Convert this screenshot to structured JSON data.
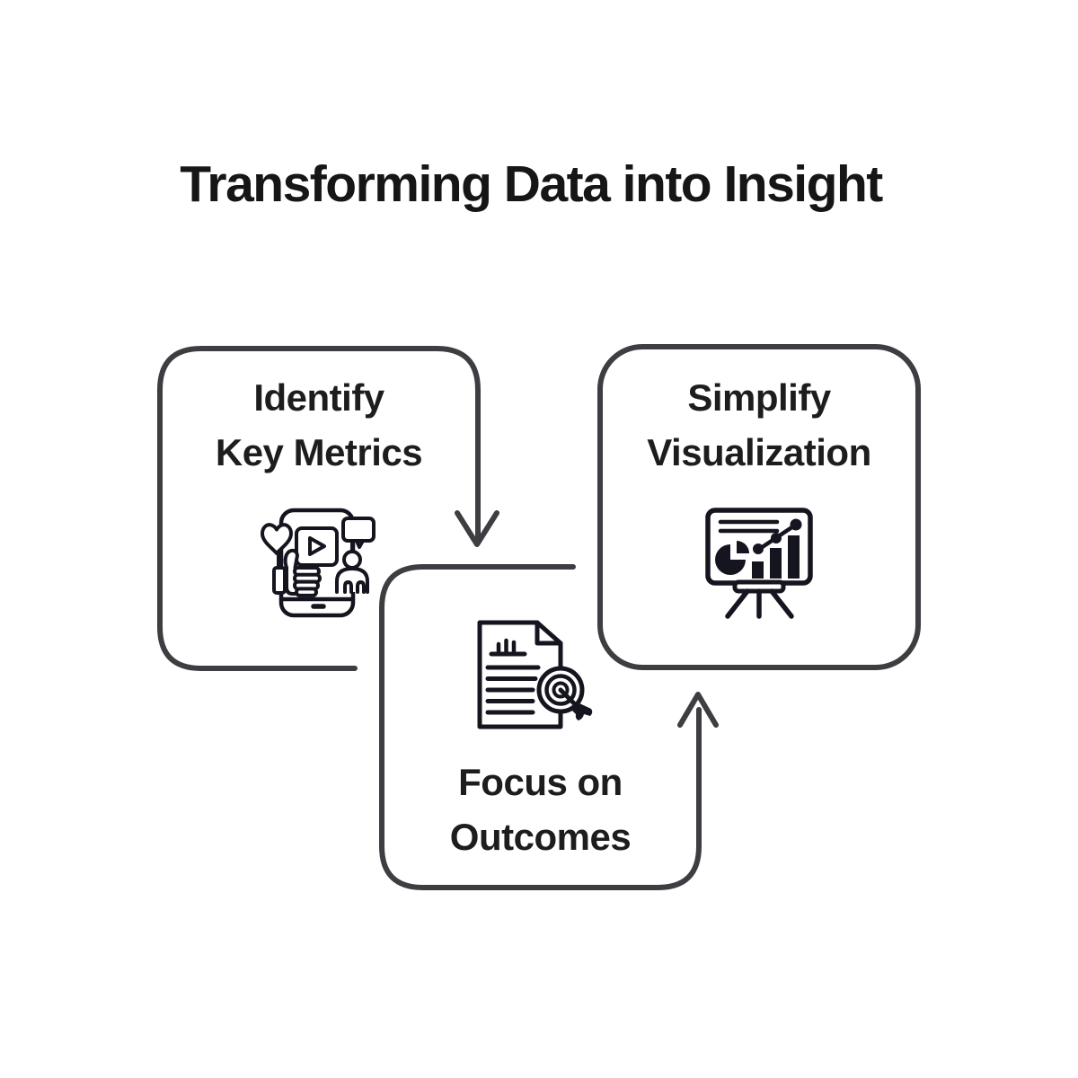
{
  "title": "Transforming Data into Insight",
  "colors": {
    "background": "#ffffff",
    "connector": "#3d3d42",
    "icon": "#15151f",
    "title_text": "#161616",
    "label_text": "#1d1d1d"
  },
  "steps": [
    {
      "id": "identify-key-metrics",
      "label_line1": "Identify",
      "label_line2": "Key Metrics",
      "icon": "social-media-engagement-icon"
    },
    {
      "id": "focus-on-outcomes",
      "label_line1": "Focus on",
      "label_line2": "Outcomes",
      "icon": "document-target-icon"
    },
    {
      "id": "simplify-visualization",
      "label_line1": "Simplify",
      "label_line2": "Visualization",
      "icon": "presentation-chart-icon"
    }
  ],
  "connectors": [
    {
      "from": "identify-key-metrics",
      "to": "focus-on-outcomes",
      "direction": "down"
    },
    {
      "from": "focus-on-outcomes",
      "to": "simplify-visualization",
      "direction": "up"
    }
  ]
}
